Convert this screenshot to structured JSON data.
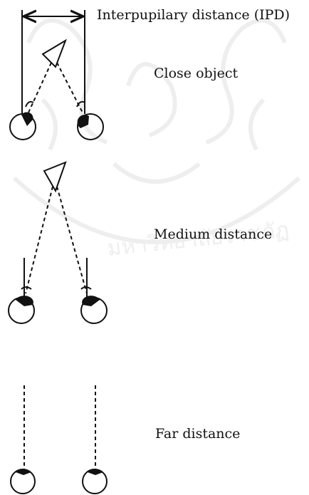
{
  "labels": {
    "ipd": "Interpupilary distance (IPD)",
    "close": "Close object",
    "medium": "Medium distance",
    "far": "Far distance"
  },
  "watermark": {
    "text": "มหาวิทยาลัยราชภัฏ"
  },
  "colors": {
    "ink": "#111111",
    "watermark": "#9a9a9a"
  }
}
